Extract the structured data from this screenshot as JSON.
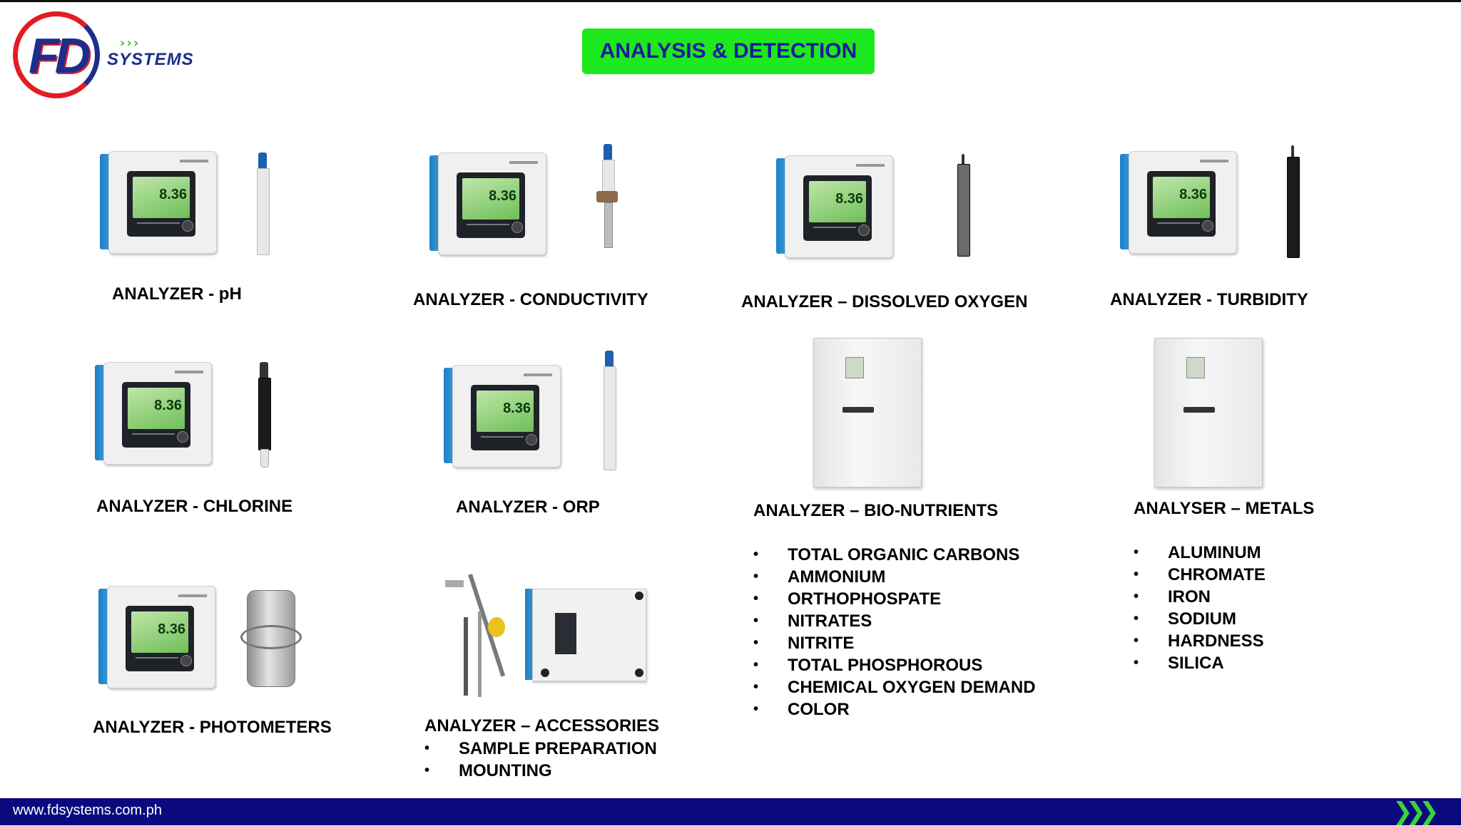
{
  "logo": {
    "mark": "FD",
    "wordmark": "SYSTEMS"
  },
  "title": "ANALYSIS & DETECTION",
  "analyzers": {
    "ph": "ANALYZER - pH",
    "conductivity": "ANALYZER - CONDUCTIVITY",
    "dissolved_oxygen": "ANALYZER – DISSOLVED OXYGEN",
    "turbidity": "ANALYZER - TURBIDITY",
    "chlorine": "ANALYZER - CHLORINE",
    "orp": "ANALYZER - ORP",
    "photometers": "ANALYZER - PHOTOMETERS",
    "accessories": "ANALYZER – ACCESSORIES"
  },
  "display_reading": "8.36",
  "bio_nutrients": {
    "label": "ANALYZER – BIO-NUTRIENTS",
    "items": [
      "TOTAL ORGANIC CARBONS",
      "AMMONIUM",
      "ORTHOPHOSPATE",
      "NITRATES",
      "NITRITE",
      "TOTAL PHOSPHOROUS",
      "CHEMICAL OXYGEN DEMAND",
      "COLOR"
    ]
  },
  "metals": {
    "label": "ANALYSER – METALS",
    "items": [
      "ALUMINUM",
      "CHROMATE",
      "IRON",
      "SODIUM",
      "HARDNESS",
      "SILICA"
    ]
  },
  "accessories_items": [
    "SAMPLE PREPARATION",
    "MOUNTING"
  ],
  "footer": {
    "url": "www.fdsystems.com.ph"
  },
  "colors": {
    "title_bg": "#1ee81e",
    "title_text": "#1a1aa0",
    "footer_bg": "#0a0a7e",
    "accent_green": "#37d637",
    "brand_red": "#e31b23",
    "brand_blue": "#1c2f8c"
  },
  "icons": [
    "logo-icon",
    "chevrons-icon"
  ]
}
